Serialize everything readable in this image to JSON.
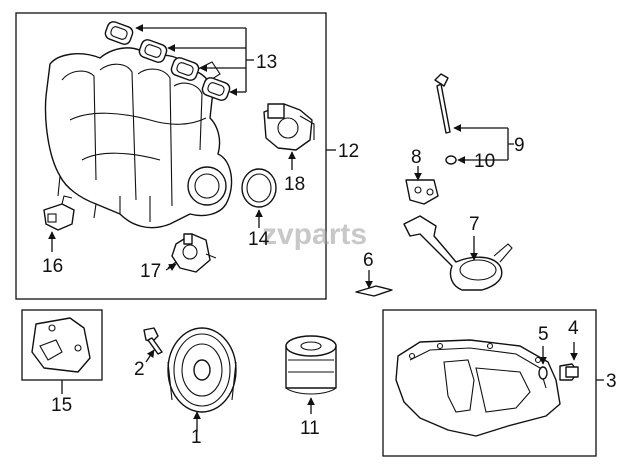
{
  "diagram": {
    "watermark": "zvparts",
    "callouts": {
      "c1": "1",
      "c2": "2",
      "c3": "3",
      "c4": "4",
      "c5": "5",
      "c6": "6",
      "c7": "7",
      "c8": "8",
      "c9": "9",
      "c10": "10",
      "c11": "11",
      "c12": "12",
      "c13": "13",
      "c14": "14",
      "c15": "15",
      "c16": "16",
      "c17": "17",
      "c18": "18"
    }
  }
}
